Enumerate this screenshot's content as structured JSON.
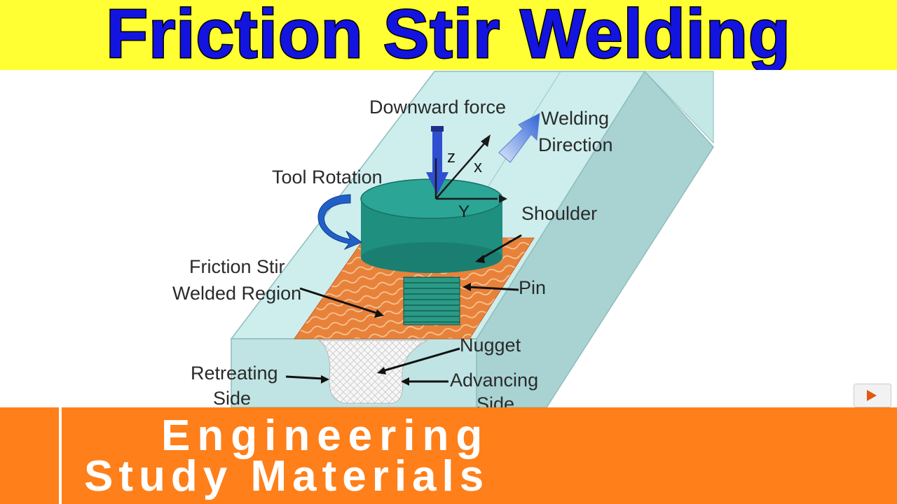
{
  "header": {
    "title": "Friction Stir Welding"
  },
  "diagram": {
    "labels": {
      "downward_force": "Downward force",
      "welding_direction_1": "Welding",
      "welding_direction_2": "Direction",
      "tool_rotation": "Tool Rotation",
      "shoulder": "Shoulder",
      "fsw_region_1": "Friction Stir",
      "fsw_region_2": "Welded Region",
      "pin": "Pin",
      "nugget": "Nugget",
      "retreating_1": "Retreating",
      "retreating_2": "Side",
      "advancing_1": "Advancing",
      "advancing_2": "Side"
    },
    "axes": {
      "z": "z",
      "x": "x",
      "y": "Y"
    },
    "colors": {
      "plate_top": "#cdeeed",
      "plate_front": "#bfe4e3",
      "plate_side": "#a9d3d3",
      "tool": "#1f9a8a",
      "weld_region": "#e8823a",
      "force_arrow": "#2f4fd0",
      "direction_arrow": "#3a70d8",
      "rotation_arrow": "#2060c8"
    }
  },
  "footer": {
    "line1": "Engineering",
    "line2": "Study Materials"
  },
  "badge": {
    "icon": "play-icon"
  }
}
